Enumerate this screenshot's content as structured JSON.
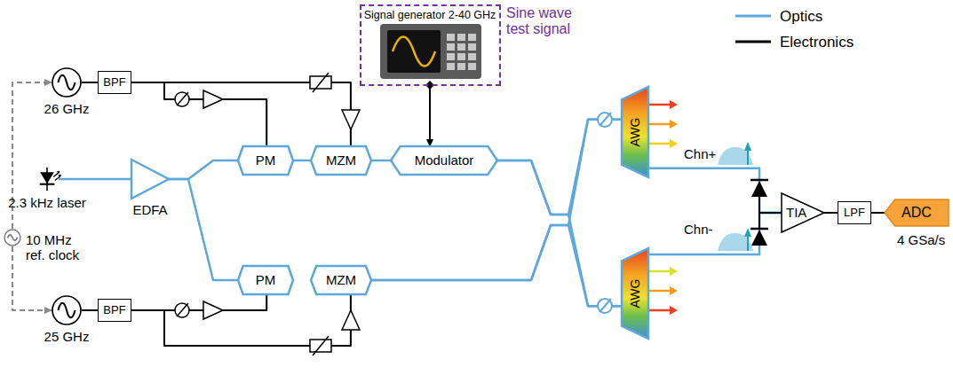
{
  "diagram": {
    "nodes": [
      {
        "text": [
          "Signal generator 2-40 GHz"
        ]
      },
      {
        "text": [
          "26 GHz"
        ]
      },
      {
        "text": [
          "BPF"
        ]
      },
      {
        "text": [
          "PM"
        ]
      },
      {
        "text": [
          "MZM"
        ]
      },
      {
        "text": [
          "Modulator"
        ]
      },
      {
        "text": [
          "2.3 kHz laser"
        ]
      },
      {
        "text": [
          "EDFA"
        ]
      },
      {
        "text": [
          "10 MHz ref. clock"
        ]
      },
      {
        "text": [
          "25 GHz"
        ]
      },
      {
        "text": [
          "BPF"
        ]
      },
      {
        "text": [
          "PM"
        ]
      },
      {
        "text": [
          "MZM"
        ]
      },
      {
        "text": [
          "AWG"
        ]
      },
      {
        "text": [
          "AWG"
        ]
      },
      {
        "text": [
          "TIA"
        ]
      },
      {
        "text": [
          "LPF"
        ]
      },
      {
        "text": [
          "ADC"
        ]
      }
    ],
    "edges": [
      {
        "from": 8,
        "to": 1,
        "arrow": "to"
      },
      {
        "from": 8,
        "to": 9,
        "arrow": "to"
      },
      {
        "from": 1,
        "to": 2,
        "arrow": "none"
      },
      {
        "from": 9,
        "to": 10,
        "arrow": "none"
      },
      {
        "from": 2,
        "to": 4,
        "arrow": "none"
      },
      {
        "from": 2,
        "to": 3,
        "arrow": "none"
      },
      {
        "from": 10,
        "to": 11,
        "arrow": "none"
      },
      {
        "from": 10,
        "to": 12,
        "arrow": "none"
      },
      {
        "from": 6,
        "to": 7,
        "arrow": "none"
      },
      {
        "from": 7,
        "to": 3,
        "arrow": "none"
      },
      {
        "from": 7,
        "to": 11,
        "arrow": "none"
      },
      {
        "from": 3,
        "to": 4,
        "arrow": "none"
      },
      {
        "from": 4,
        "to": 5,
        "arrow": "none"
      },
      {
        "from": 0,
        "to": 5,
        "arrow": "to"
      },
      {
        "from": 5,
        "to": 13,
        "arrow": "none"
      },
      {
        "from": 5,
        "to": 14,
        "arrow": "none"
      },
      {
        "from": 12,
        "to": 13,
        "arrow": "none"
      },
      {
        "from": 12,
        "to": 14,
        "arrow": "none"
      },
      {
        "from": 13,
        "to": 15,
        "arrow": "none"
      },
      {
        "from": 14,
        "to": 15,
        "arrow": "none"
      },
      {
        "from": 15,
        "to": 16,
        "arrow": "none"
      },
      {
        "from": 16,
        "to": 17,
        "arrow": "none"
      }
    ],
    "labels": [
      "Sine wave test signal",
      "Chn+",
      "Chn-",
      "4 GSa/s"
    ],
    "legend": [
      {
        "text": "Optics"
      },
      {
        "text": "Electronics"
      }
    ]
  }
}
